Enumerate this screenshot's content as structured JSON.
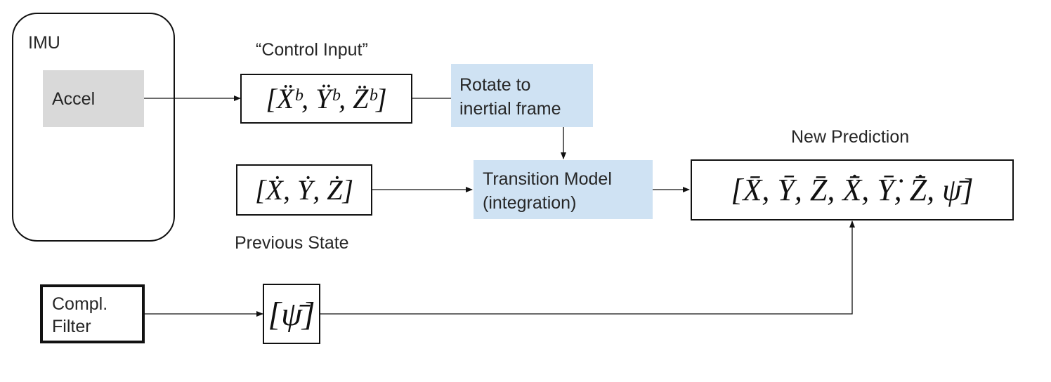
{
  "blocks": {
    "imu": {
      "label": "IMU"
    },
    "accel": {
      "label": "Accel"
    },
    "control_input": {
      "caption": "“Control Input”",
      "expr": "[Ẍᵇ, Ÿᵇ, Z̈ᵇ]"
    },
    "rotate": {
      "line1": "Rotate to",
      "line2": "inertial frame"
    },
    "previous_state": {
      "caption": "Previous State",
      "expr": "[Ẋ, Ẏ, Ż]"
    },
    "transition": {
      "line1": "Transition Model",
      "line2": "(integration)"
    },
    "new_prediction": {
      "caption": "New Prediction",
      "expr": "[X̄, Ȳ, Z̄, X̄̇, Ȳ̇, Z̄̇, ψ̄]"
    },
    "compl_filter": {
      "line1": "Compl.",
      "line2": "Filter"
    },
    "psi": {
      "expr": "[ψ̄]"
    }
  },
  "colors": {
    "accel_fill": "#d9d9d9",
    "process_fill": "#cfe2f3",
    "stroke": "#111111"
  }
}
